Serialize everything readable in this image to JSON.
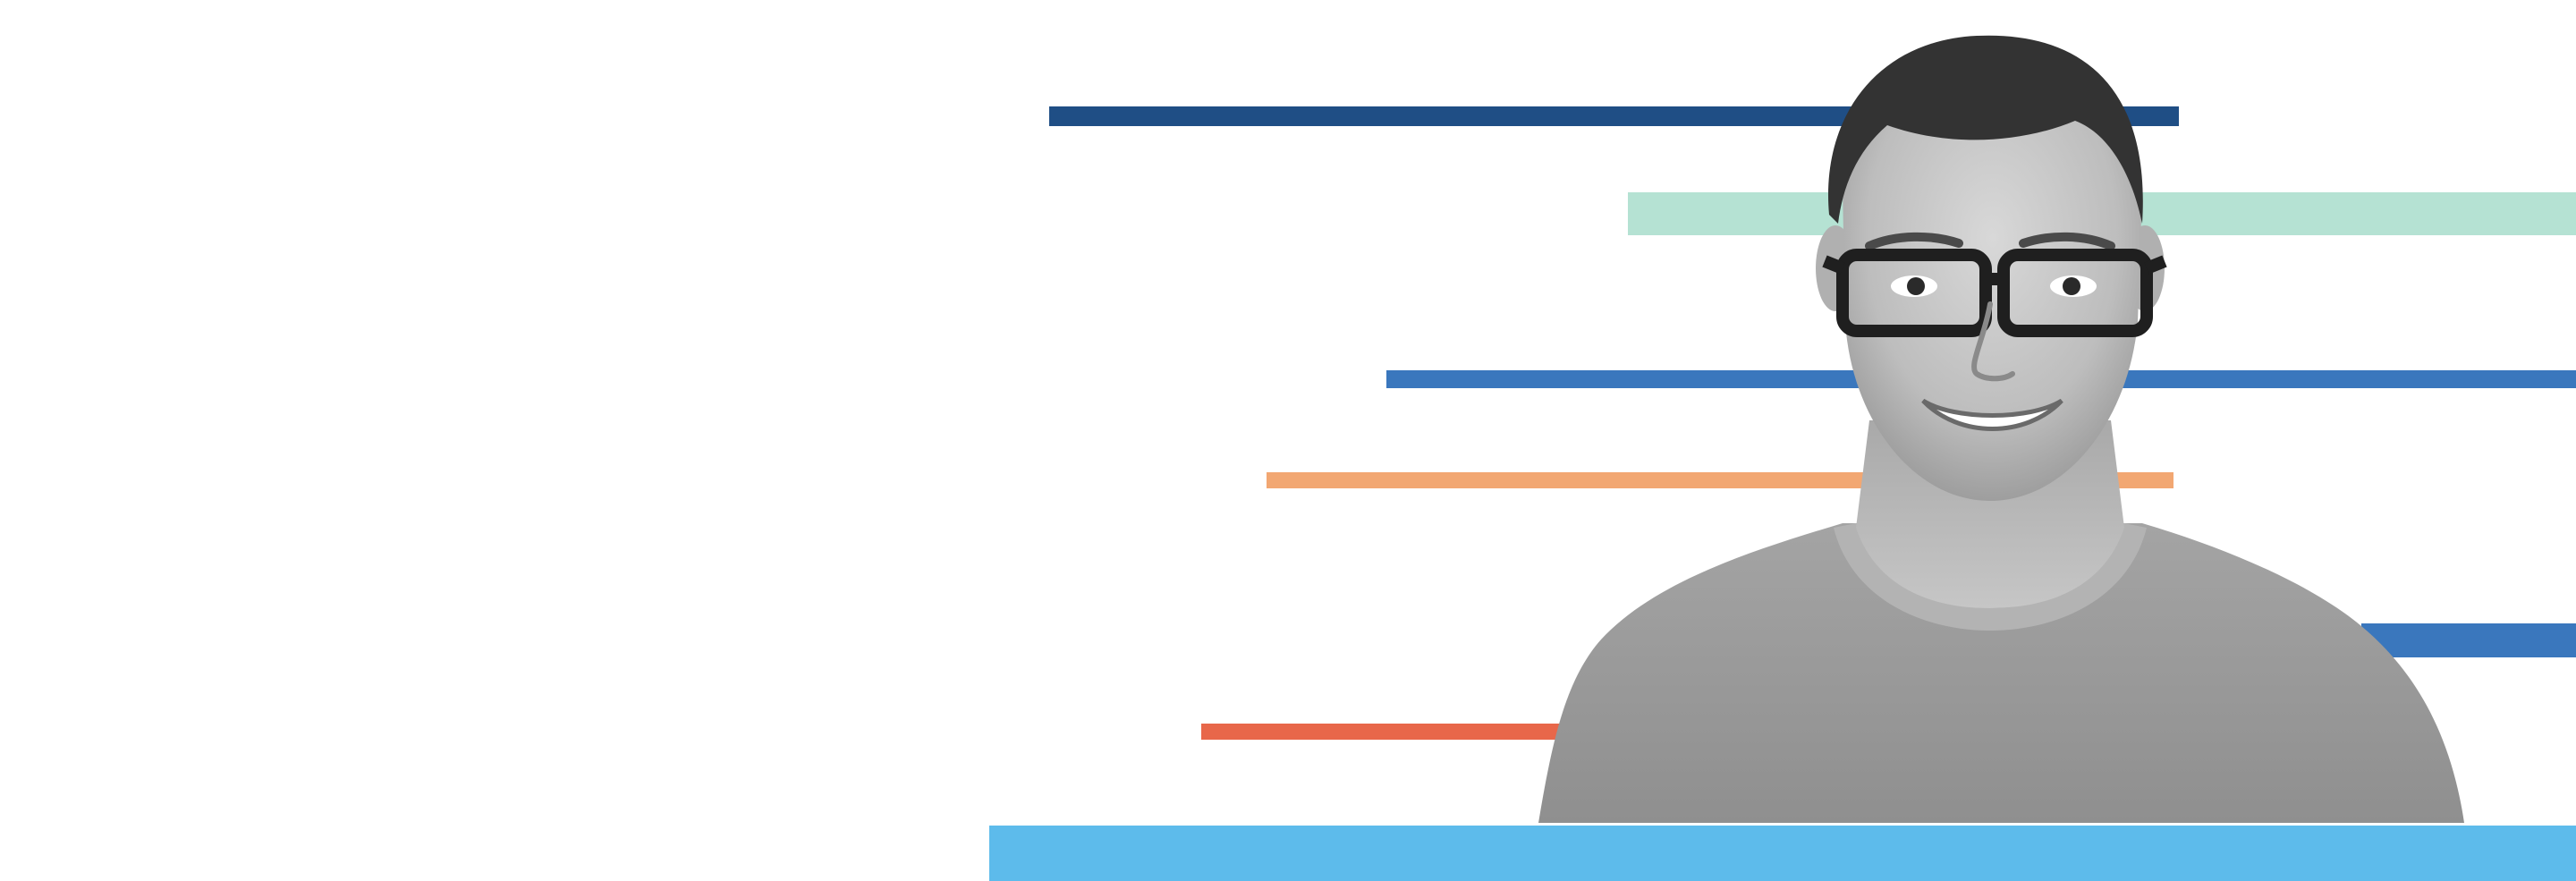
{
  "hero": {
    "stripes": [
      {
        "name": "stripe-navy-top",
        "color": "#1f4e85"
      },
      {
        "name": "stripe-mint",
        "color": "#b5e2d3"
      },
      {
        "name": "stripe-blue-mid",
        "color": "#3a77bd"
      },
      {
        "name": "stripe-orange",
        "color": "#f2a772"
      },
      {
        "name": "stripe-blue-right",
        "color": "#3a77bd"
      },
      {
        "name": "stripe-red",
        "color": "#e8674a"
      },
      {
        "name": "stripe-sky-bottom",
        "color": "#5dbbeb"
      }
    ],
    "portrait": {
      "icon": "person-photo",
      "style": "grayscale"
    }
  }
}
